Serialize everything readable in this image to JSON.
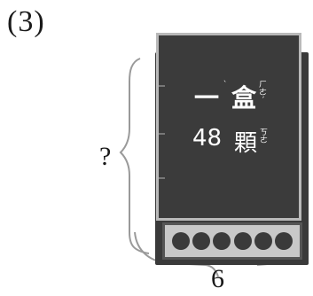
{
  "problem": {
    "number": "(3)",
    "unknown_label": "?",
    "bottom_length": "6"
  },
  "box": {
    "lid_line1_prefix": "一",
    "lid_line1_char": "盒",
    "lid_line1_char_zhuyin": "ㄏㄜˊ",
    "lid_line2_number": "48",
    "lid_line2_char": "顆",
    "lid_line2_char_zhuyin": "ㄎㄜ",
    "lid_line1_prefix_zhuyin": "ˋ",
    "ball_count": 6,
    "colors": {
      "lid": "#3b3b3b",
      "lid_border": "#b9b9b9",
      "tray": "#c8c8c8",
      "ball": "#3a3a3a"
    }
  }
}
